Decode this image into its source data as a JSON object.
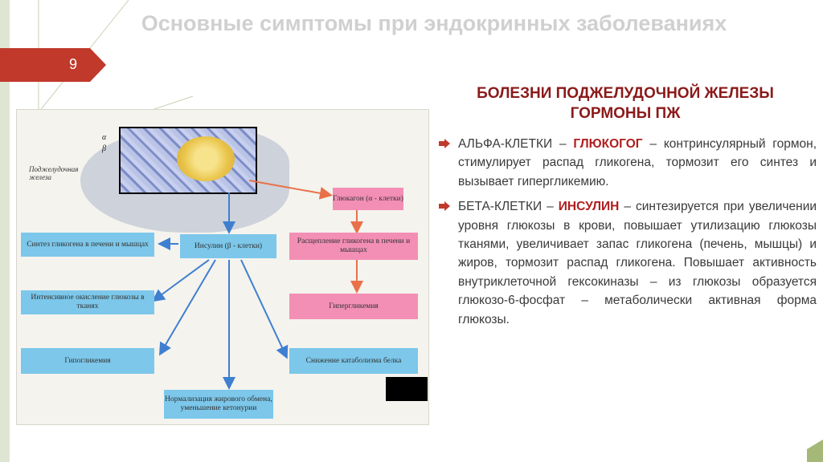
{
  "slide": {
    "title": "Основные симптомы при эндокринных заболеваниях",
    "number": "9",
    "section_title_line1": "БОЛЕЗНИ ПОДЖЕЛУДОЧНОЙ ЖЕЛЕЗЫ",
    "section_title_line2": "ГОРМОНЫ ПЖ"
  },
  "bullets": [
    {
      "prefix": "АЛЬФА-КЛЕТКИ – ",
      "highlight": "ГЛЮКОГОГ",
      "text": " – контринсулярный гормон, стимулирует распад гликогена, тормозит его синтез и вызывает гипергликемию."
    },
    {
      "prefix": "БЕТА-КЛЕТКИ – ",
      "highlight": "ИНСУЛИН",
      "text": " – синтезируется при увеличении уровня глюкозы в крови, повышает утилизацию глюкозы тканями, увеличивает запас гликогена (печень, мышцы) и жиров, тормозит распад гликогена. Повышает активность внутриклеточной гексокиназы – из глюкозы образуется глюкозо-6-фосфат – метаболически активная форма глюкозы."
    }
  ],
  "figure": {
    "organ_label": "Поджелудочная железа",
    "alpha": "α",
    "beta": "β",
    "boxes": {
      "glucagon": "Глюкагон (α - клетки)",
      "insulin": "Инсулин (β - клетки)",
      "glycogen_synthesis": "Синтез гликогена в печени и мышцах",
      "glycogen_breakdown": "Расщепление гликогена в печени и мышцах",
      "glucose_oxidation": "Интенсивное окисление глюкозы в тканях",
      "hyperglycemia": "Гипергликемия",
      "hypoglycemia": "Гипогликемия",
      "catabolism": "Снижение катаболизма белка",
      "fat_metabolism": "Нормализация жирового обмена, уменьшение кетонурии"
    }
  },
  "colors": {
    "accent": "#8b1a1a",
    "flag": "#c0392b",
    "blue_box": "#7cc7ea",
    "pink_box": "#f38fb4"
  }
}
